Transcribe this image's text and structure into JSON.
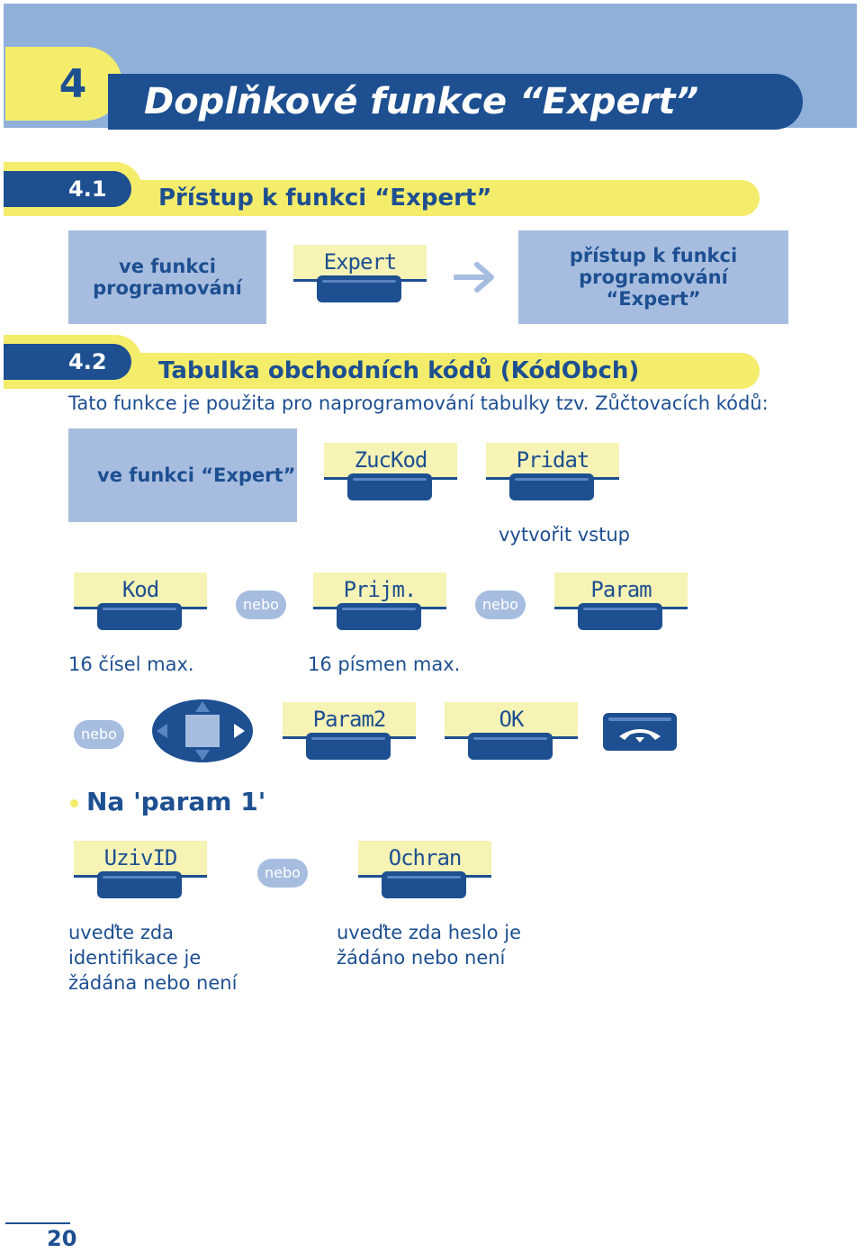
{
  "chapter": {
    "number": "4",
    "title": "Doplňkové funkce “Expert”"
  },
  "section1": {
    "number": "4.1",
    "title": "Přístup k funkci “Expert”",
    "box_left": "ve funkci programování",
    "softkey": "Expert",
    "arrow_icon": "arrow-right-icon",
    "box_right": "přístup k funkci programování “Expert”"
  },
  "section2": {
    "number": "4.2",
    "title": "Tabulka obchodních kódů (KódObch)",
    "intro": "Tato funkce je použita pro naprogramování tabulky tzv. Zůčtovacích kódů:",
    "box": "ve funkci “Expert”",
    "softkeys_row1": [
      "ZucKod",
      "Pridat"
    ],
    "note_create": "vytvořit vstup",
    "softkeys_row2": [
      "Kod",
      "Prijm.",
      "Param"
    ],
    "or_label": "nebo",
    "note_digits": "16 čísel max.",
    "note_letters": "16 písmen max.",
    "softkeys_row3": [
      "Param2",
      "OK"
    ],
    "navigator_icon": "navigator-icon",
    "hangup_icon": "hangup-icon",
    "bullet": "Na 'param 1'",
    "softkeys_row4": [
      "UzivID",
      "Ochran"
    ],
    "note_id": "uveďte zda identifikace je žádána nebo není",
    "note_pwd": "uveďte zda heslo je žádáno nebo není"
  },
  "page_number": "20",
  "colors": {
    "dark_blue": "#1d4f91",
    "light_blue": "#a7bde0",
    "yellow": "#f4ec6b",
    "pale_yellow": "#f6f3b4"
  }
}
